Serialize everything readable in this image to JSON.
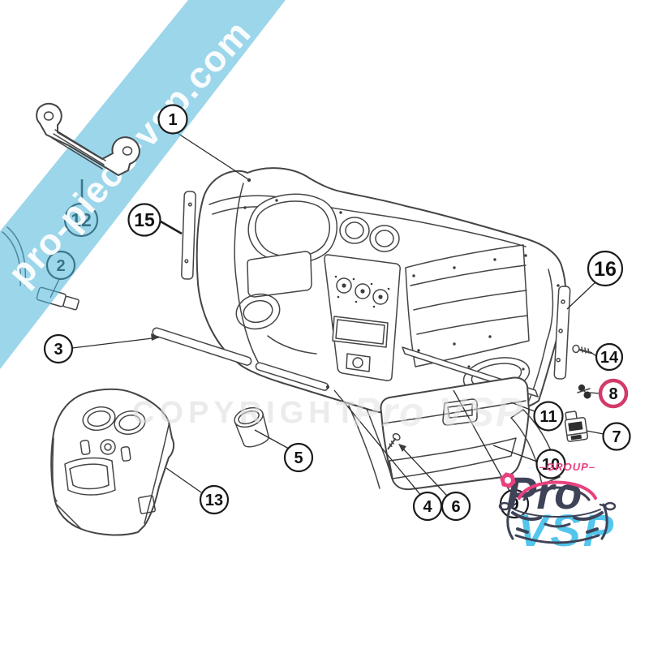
{
  "watermarks": {
    "diagonal_text": "pro-piece-vsp.com",
    "copyright_prefix": "COPYRIGHT",
    "copyright_brand": "Pro VSP",
    "band_color": "#55b8dc"
  },
  "callouts": {
    "c1": {
      "label": "1",
      "highlighted": false
    },
    "c2": {
      "label": "2",
      "highlighted": false
    },
    "c3": {
      "label": "3",
      "highlighted": false
    },
    "c4": {
      "label": "4",
      "highlighted": false
    },
    "c5": {
      "label": "5",
      "highlighted": false
    },
    "c6": {
      "label": "6",
      "highlighted": false
    },
    "c7": {
      "label": "7",
      "highlighted": false
    },
    "c8": {
      "label": "8",
      "highlighted": true
    },
    "c9": {
      "label": "9",
      "highlighted": false
    },
    "c10": {
      "label": "10",
      "highlighted": false
    },
    "c11": {
      "label": "11",
      "highlighted": false
    },
    "c12": {
      "label": "12",
      "highlighted": false
    },
    "c13": {
      "label": "13",
      "highlighted": false
    },
    "c14": {
      "label": "14",
      "highlighted": false
    },
    "c15": {
      "label": "15",
      "highlighted": false
    },
    "c16": {
      "label": "16",
      "highlighted": false
    }
  },
  "highlight_color": "#d23b69",
  "logo": {
    "group_label": "–GROUP–",
    "pro": "Pro",
    "vsp": "VSP",
    "pro_color": "#3f4358",
    "vsp_color": "#52c6ec",
    "accent_color": "#e8417e"
  }
}
